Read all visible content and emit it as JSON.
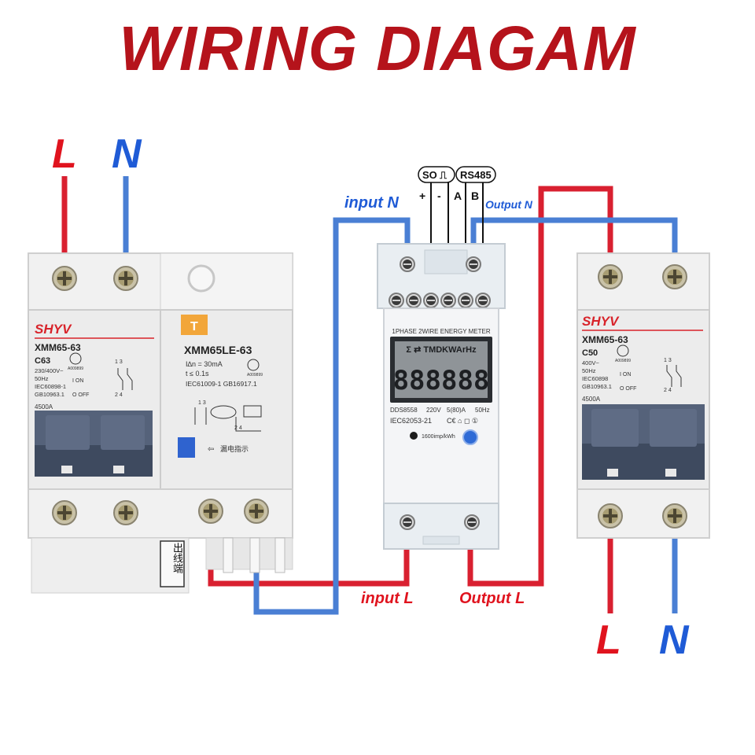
{
  "title": "WIRING DIAGAM",
  "colors": {
    "title": "#b5131b",
    "live": "#e0131e",
    "neutral": "#1f5bd6",
    "wire_live": "#d92030",
    "wire_neutral": "#4a7fd4",
    "brand": "#d8232a",
    "breaker_body": "#ececec",
    "toggle": "#4e5b70"
  },
  "supply": {
    "l": "L",
    "n": "N"
  },
  "load": {
    "l": "L",
    "n": "N"
  },
  "wire_labels": {
    "input_n": "input N",
    "output_n": "Output N",
    "input_l": "input L",
    "output_l": "Output L"
  },
  "terminals": {
    "so_label": "SO",
    "so_symbol": "⎍",
    "rs485_label": "RS485",
    "plus": "+",
    "minus": "-",
    "a": "A",
    "b": "B"
  },
  "breaker1": {
    "brand": "SHYV",
    "model": "XMM65-63",
    "rating": "C63",
    "voltage": "230/400V~",
    "freq": "50Hz",
    "std1": "IEC60898-1",
    "std2": "GB10963.1",
    "capacity": "4500A",
    "on_label": "I ON",
    "off_label": "O OFF",
    "cert": "A009899",
    "poles_top": "1  3",
    "poles_bottom": "2  4"
  },
  "rcd": {
    "model": "XMM65LE-63",
    "badge": "T",
    "in_label": "I∆n = 30mA",
    "t_label": "t   ≤ 0.1s",
    "std": "IEC61009-1  GB16917.1",
    "cert": "A009899",
    "indicator": "漏电指示",
    "outlet": "出线端",
    "poles_top": "1  3",
    "poles_bottom": "2  4"
  },
  "meter": {
    "header": "1PHASE 2WIRE ENERGY METER",
    "units": "Σ ⇄ TMDKWArHz",
    "display": "888888",
    "model": "DDS8558",
    "voltage": "220V",
    "current": "5(80)A",
    "freq": "50Hz",
    "std": "IEC62053-21",
    "marks": "C€ ⌂ ◻ ①",
    "pulse": "1600imp/kWh"
  },
  "breaker2": {
    "brand": "SHYV",
    "model": "XMM65-63",
    "rating": "C50",
    "voltage": "400V~",
    "freq": "50Hz",
    "std1": "IEC60898",
    "std2": "GB10963.1",
    "capacity": "4500A",
    "on_label": "I ON",
    "off_label": "O OFF",
    "cert": "A009899",
    "poles_top": "1  3",
    "poles_bottom": "2  4"
  }
}
